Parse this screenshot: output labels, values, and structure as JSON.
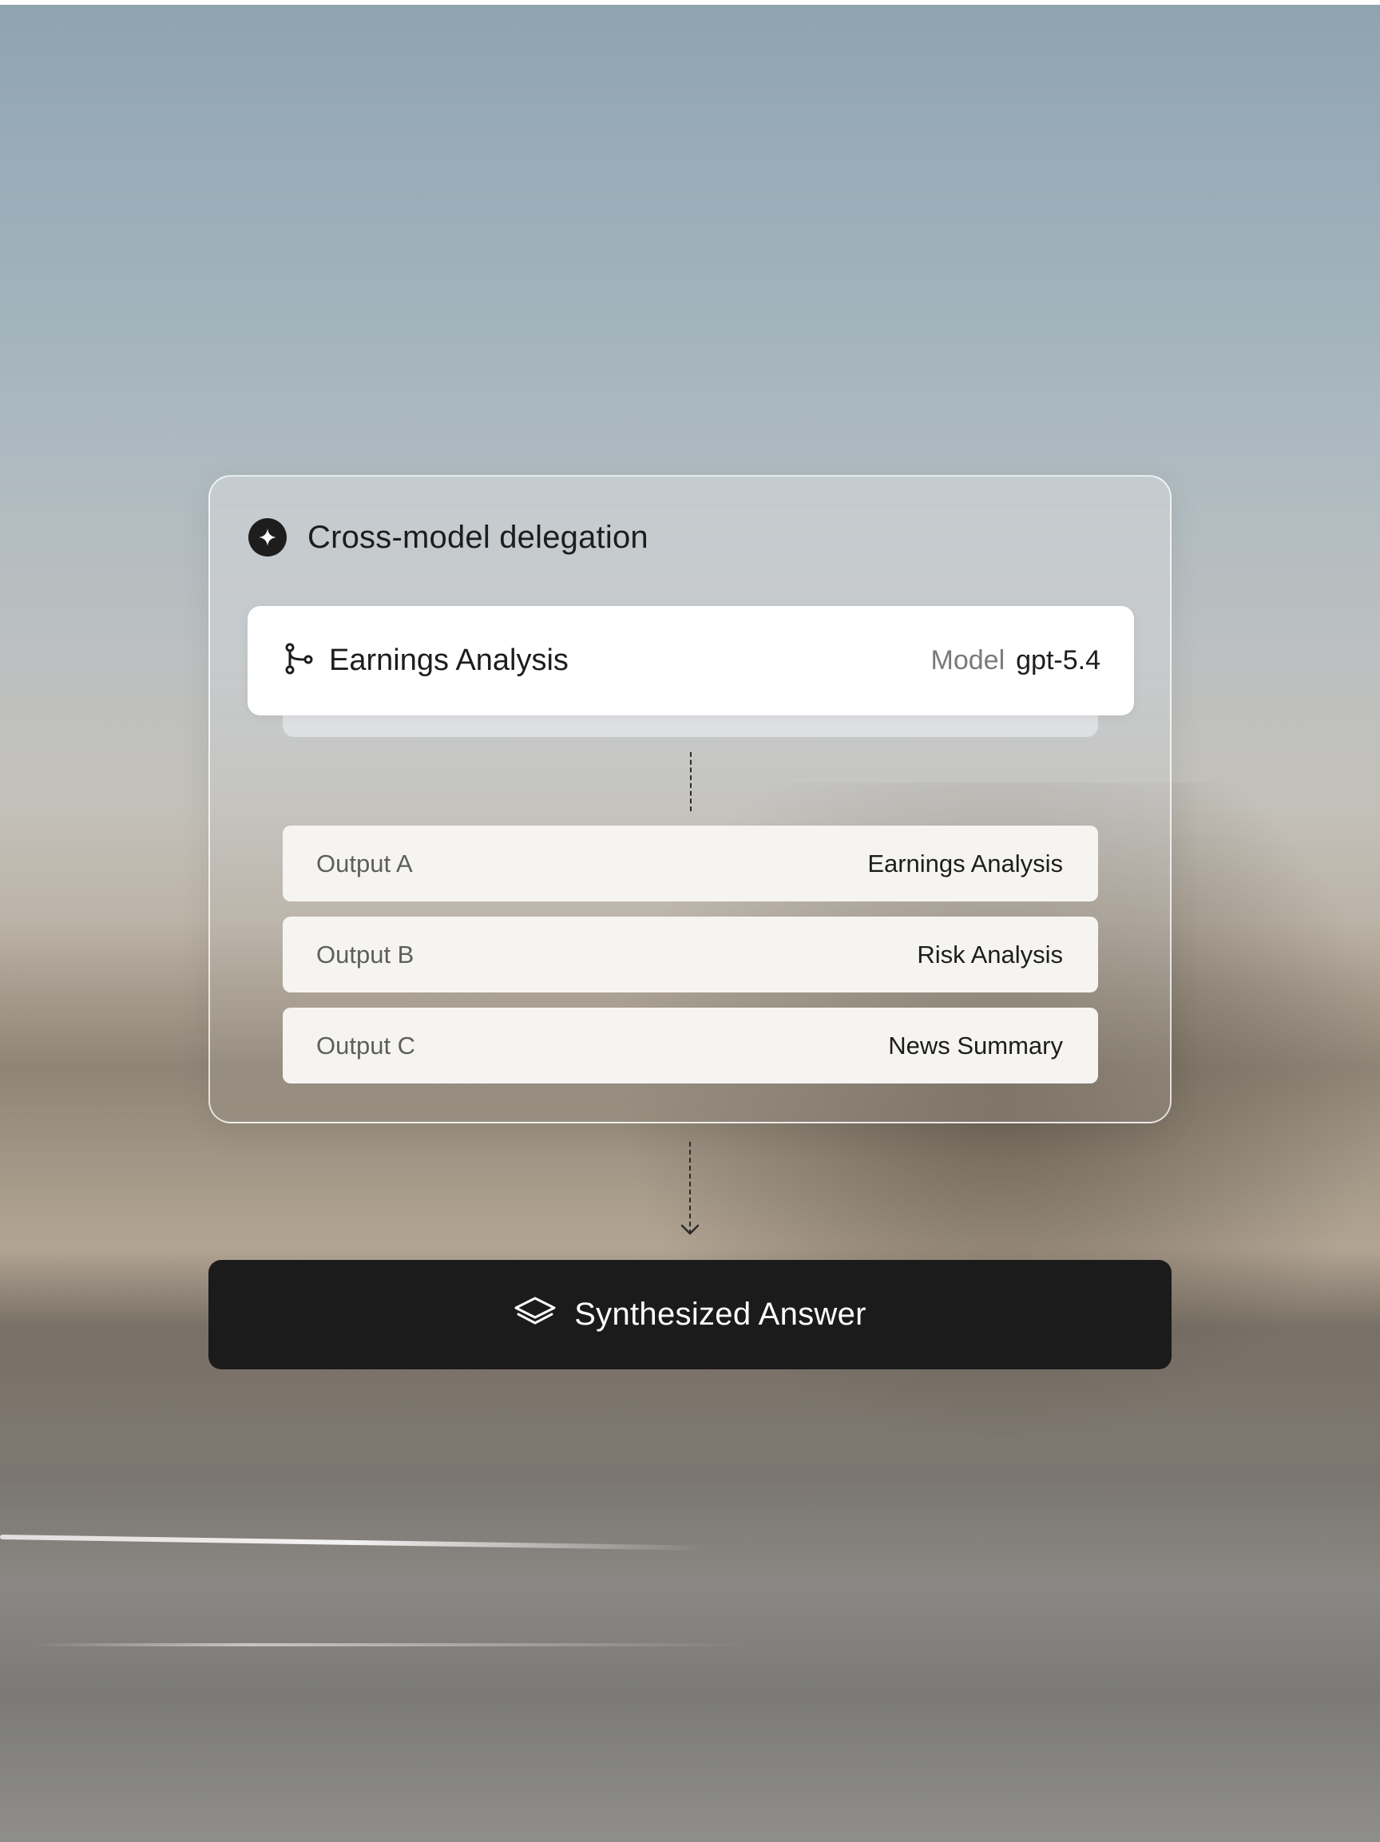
{
  "panel": {
    "title": "Cross-model delegation",
    "icon": "sparkle-icon"
  },
  "task": {
    "icon": "branch-icon",
    "title": "Earnings Analysis",
    "model_label": "Model",
    "model_value": "gpt-5.4"
  },
  "outputs": [
    {
      "label": "Output A",
      "value": "Earnings Analysis"
    },
    {
      "label": "Output B",
      "value": "Risk Analysis"
    },
    {
      "label": "Output C",
      "value": "News Summary"
    }
  ],
  "answer": {
    "icon": "layers-icon",
    "label": "Synthesized Answer"
  },
  "colors": {
    "dark": "#1b1b1b",
    "card": "#ffffff",
    "row": "#f5f4f1"
  }
}
